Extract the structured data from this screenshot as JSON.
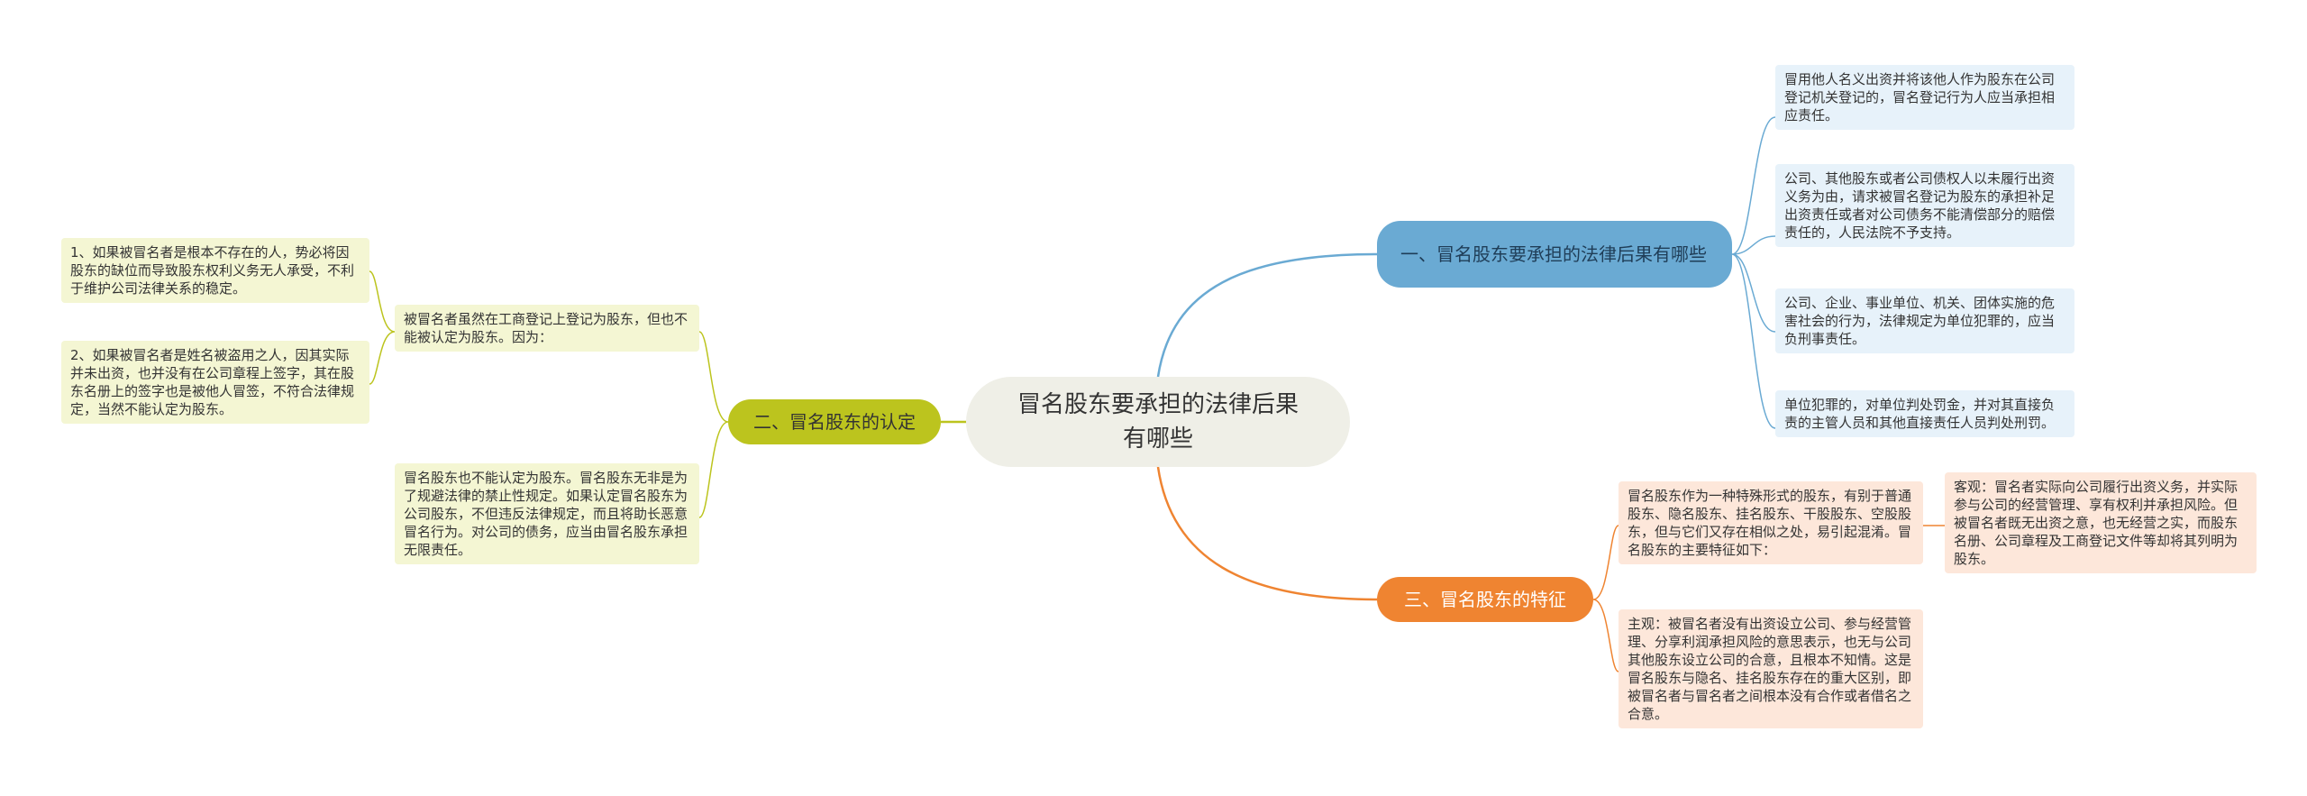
{
  "root": {
    "title": "冒名股东要承担的法律后果有哪些"
  },
  "branch1": {
    "title": "一、冒名股东要承担的法律后果有哪些",
    "items": [
      "冒用他人名义出资并将该他人作为股东在公司登记机关登记的，冒名登记行为人应当承担相应责任。",
      "公司、其他股东或者公司债权人以未履行出资义务为由，请求被冒名登记为股东的承担补足出资责任或者对公司债务不能清偿部分的赔偿责任的，人民法院不予支持。",
      "公司、企业、事业单位、机关、团体实施的危害社会的行为，法律规定为单位犯罪的，应当负刑事责任。",
      "单位犯罪的，对单位判处罚金，并对其直接负责的主管人员和其他直接责任人员判处刑罚。"
    ]
  },
  "branch2": {
    "title": "二、冒名股东的认定",
    "sub1": {
      "text": "被冒名者虽然在工商登记上登记为股东，但也不能被认定为股东。因为：",
      "children": [
        "1、如果被冒名者是根本不存在的人，势必将因股东的缺位而导致股东权利义务无人承受，不利于维护公司法律关系的稳定。",
        "2、如果被冒名者是姓名被盗用之人，因其实际并未出资，也并没有在公司章程上签字，其在股东名册上的签字也是被他人冒签，不符合法律规定，当然不能认定为股东。"
      ]
    },
    "sub2": {
      "text": "冒名股东也不能认定为股东。冒名股东无非是为了规避法律的禁止性规定。如果认定冒名股东为公司股东，不但违反法律规定，而且将助长恶意冒名行为。对公司的债务，应当由冒名股东承担无限责任。"
    }
  },
  "branch3": {
    "title": "三、冒名股东的特征",
    "sub1": {
      "text": "冒名股东作为一种特殊形式的股东，有别于普通股东、隐名股东、挂名股东、干股股东、空股股东，但与它们又存在相似之处，易引起混淆。冒名股东的主要特征如下：",
      "child": "客观：冒名者实际向公司履行出资义务，并实际参与公司的经营管理、享有权利并承担风险。但被冒名者既无出资之意，也无经营之实，而股东名册、公司章程及工商登记文件等却将其列明为股东。"
    },
    "sub2": {
      "text": "主观：被冒名者没有出资设立公司、参与经营管理、分享利润承担风险的意思表示，也无与公司其他股东设立公司的合意，且根本不知情。这是冒名股东与隐名、挂名股东存在的重大区别，即被冒名者与冒名者之间根本没有合作或者借名之合意。"
    }
  },
  "colors": {
    "branch1": "#6aaad3",
    "branch2": "#bcc41e",
    "branch3": "#ef8431",
    "leaf_blue": "#e7f2fa",
    "leaf_green": "#f4f6d3",
    "leaf_orange": "#fde7da"
  }
}
